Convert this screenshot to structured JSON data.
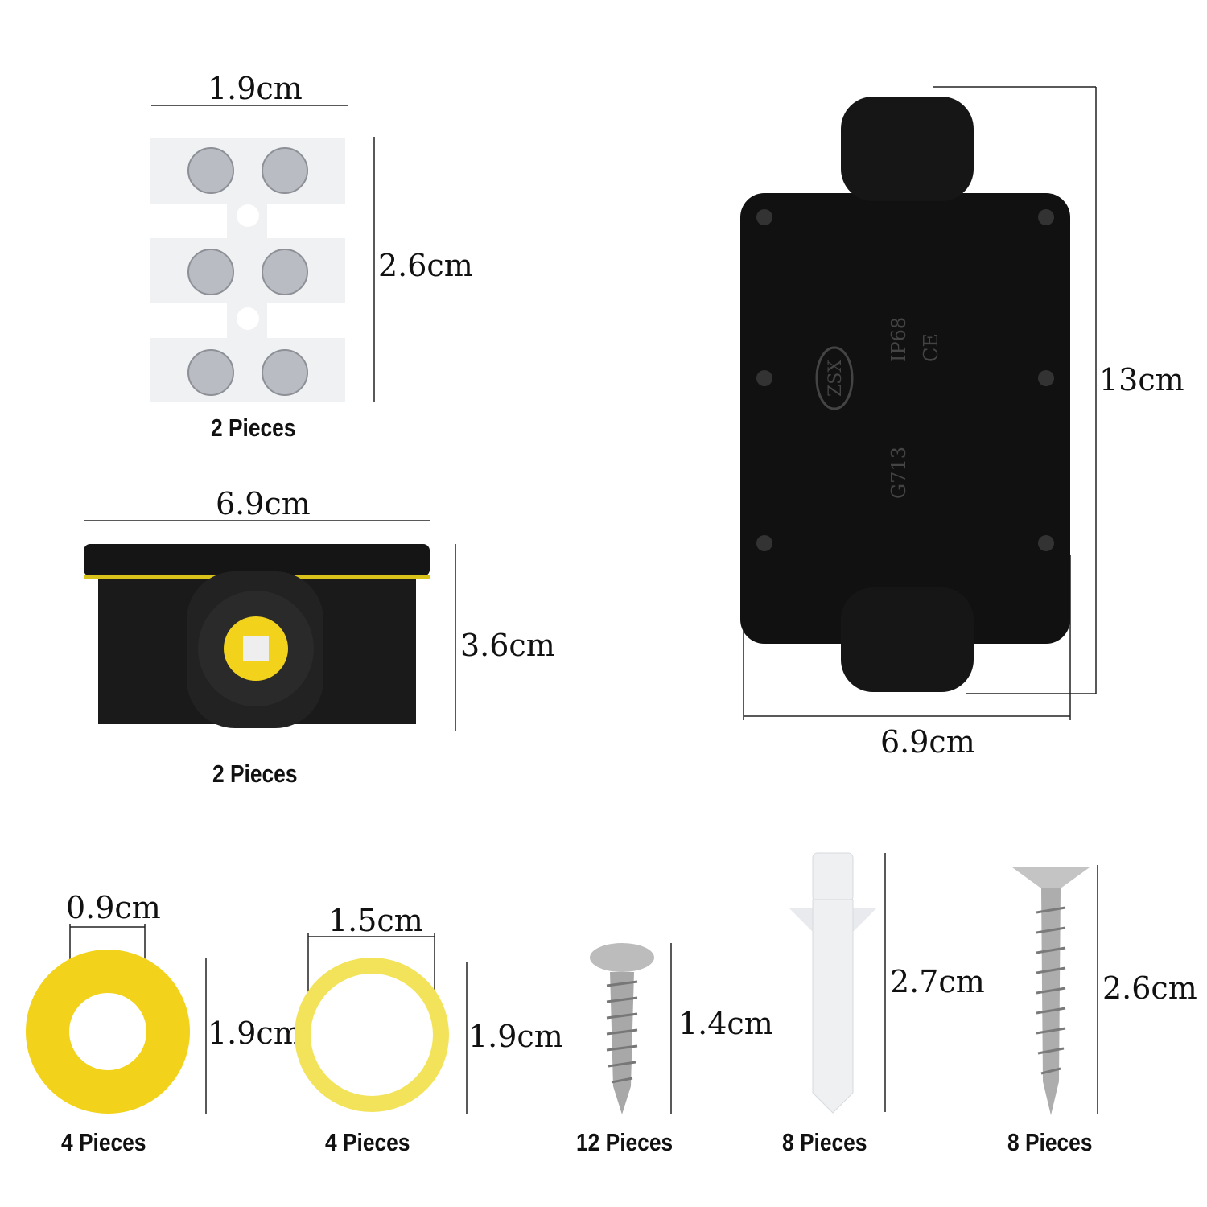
{
  "terminal_block": {
    "width": "1.9cm",
    "height": "2.6cm",
    "quantity": "2 Pieces"
  },
  "box_side": {
    "width": "6.9cm",
    "height": "3.6cm",
    "quantity": "2 Pieces"
  },
  "box_top": {
    "width": "6.9cm",
    "height": "13cm",
    "markings": [
      "IP68",
      "CE",
      "ZSX",
      "G713"
    ]
  },
  "washer_solid": {
    "inner": "0.9cm",
    "outer": "1.9cm",
    "quantity": "4 Pieces"
  },
  "washer_ring": {
    "inner": "1.5cm",
    "outer": "1.9cm",
    "quantity": "4 Pieces"
  },
  "pan_screw": {
    "length": "1.4cm",
    "quantity": "12 Pieces"
  },
  "wall_plug": {
    "length": "2.7cm",
    "quantity": "8 Pieces"
  },
  "flat_screw": {
    "length": "2.6cm",
    "quantity": "8 Pieces"
  },
  "colors": {
    "yellow": "#f2d21b",
    "black": "#111111",
    "terminal": "#f0f1f3"
  }
}
